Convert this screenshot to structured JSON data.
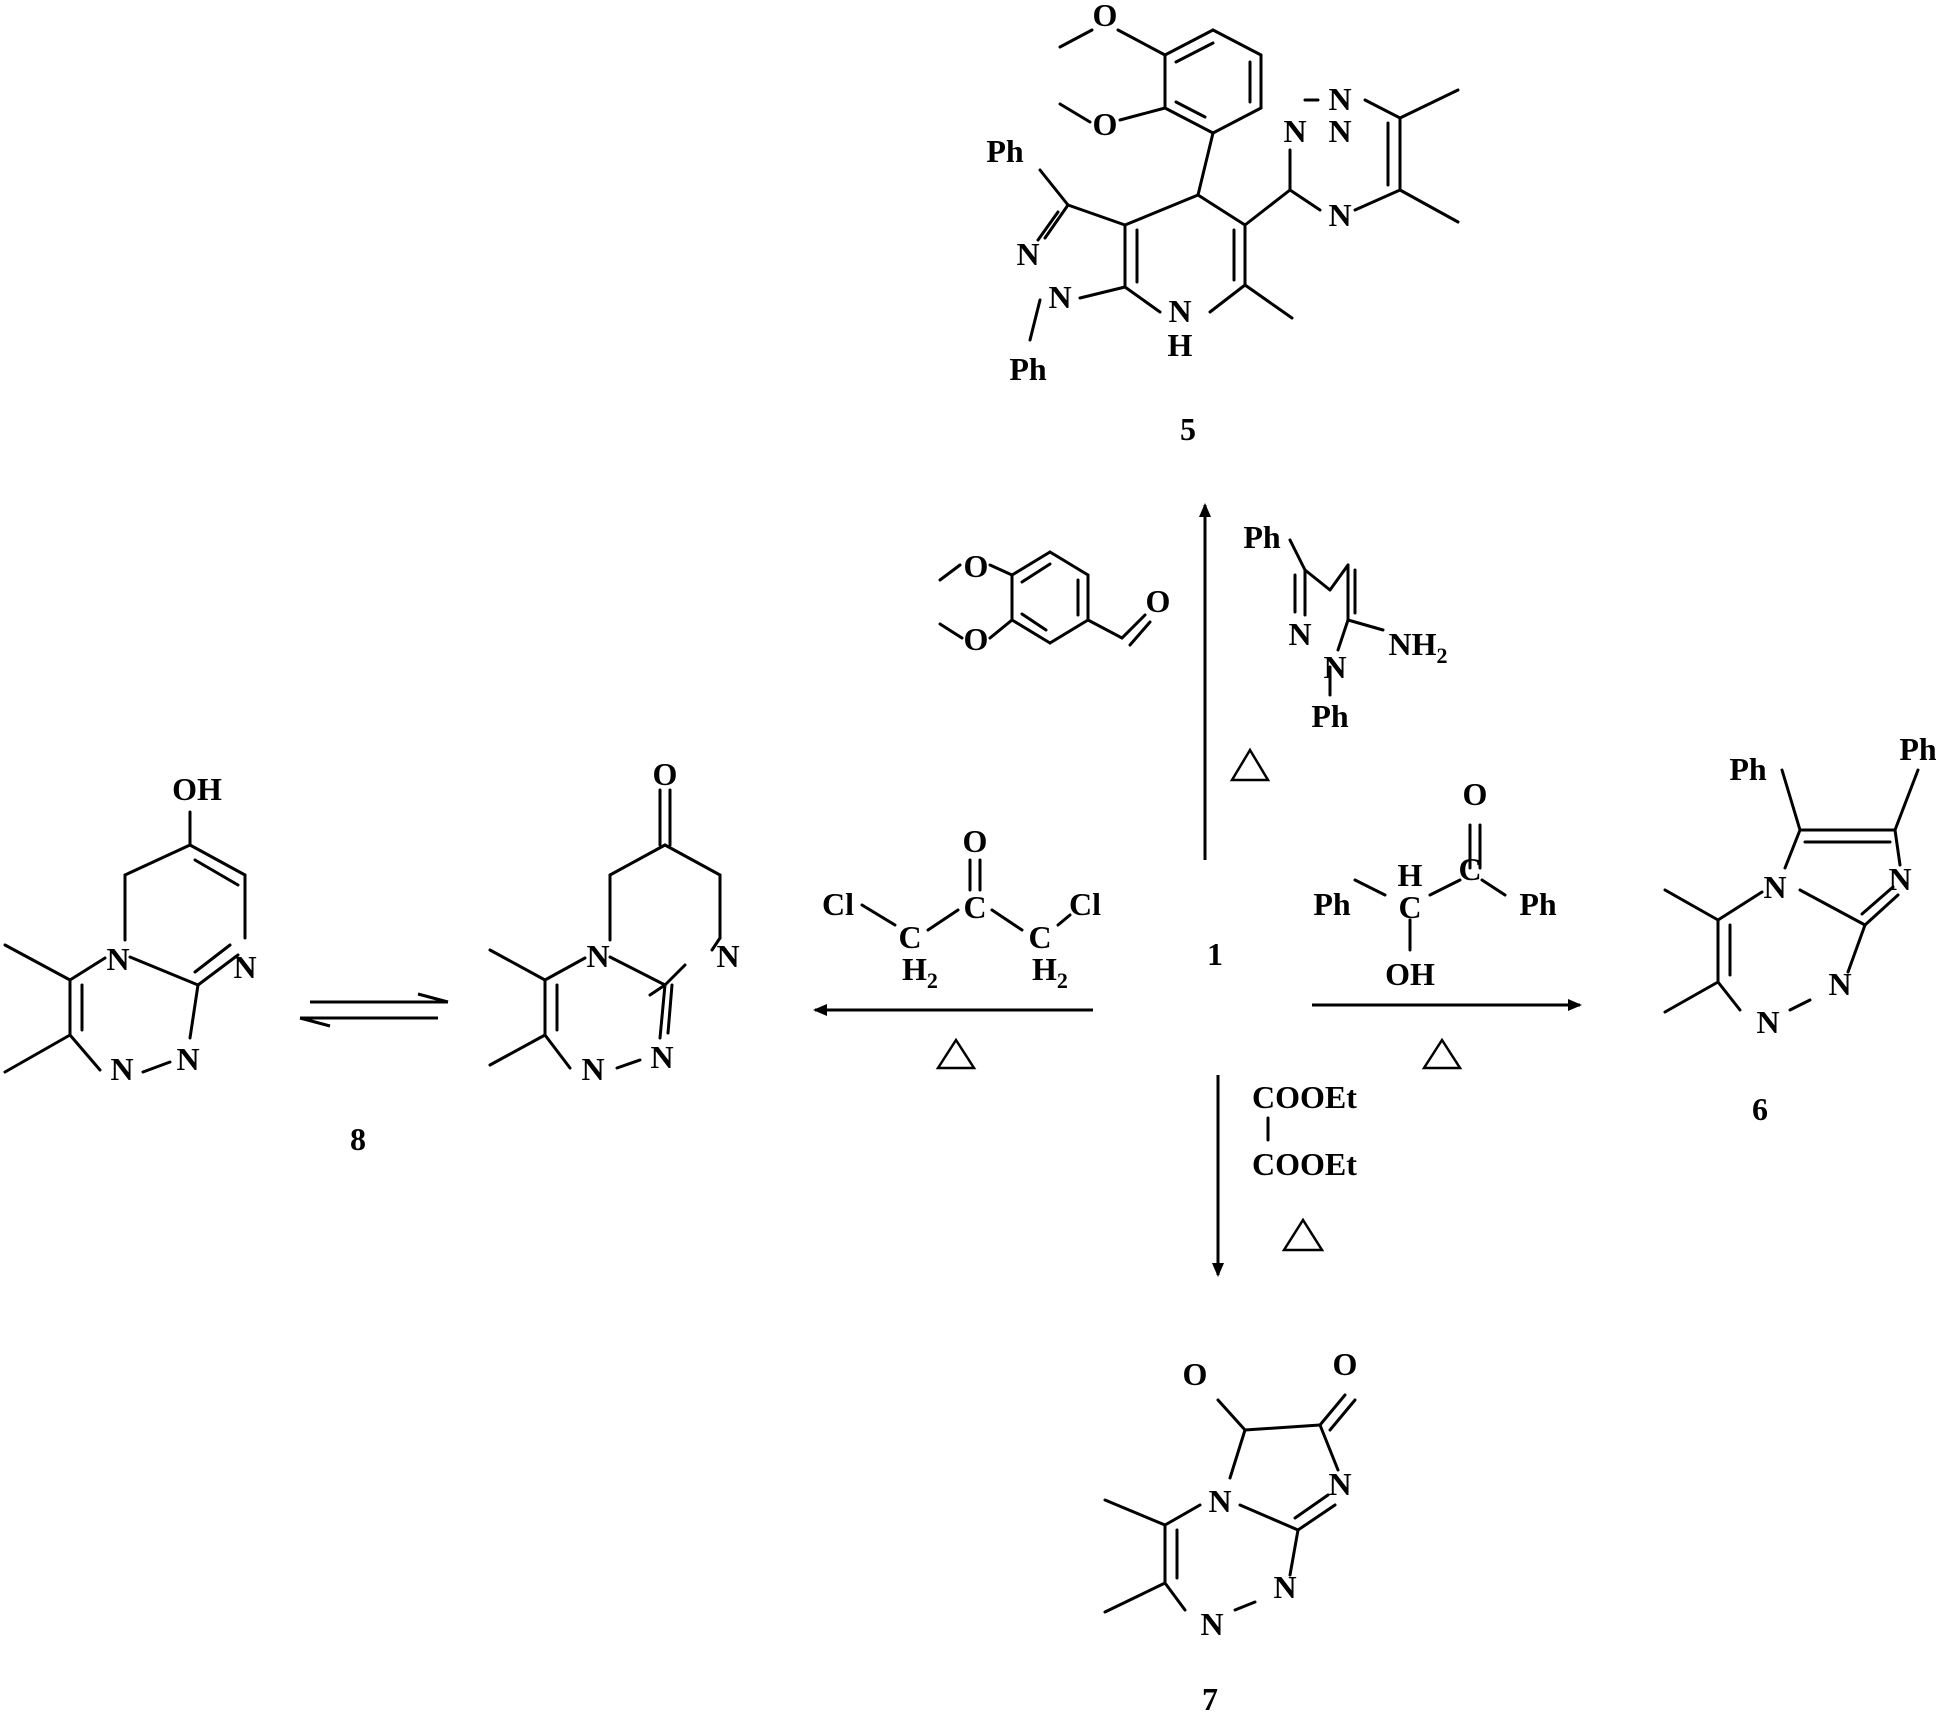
{
  "compounds": {
    "c1": "1",
    "c5": "5",
    "c6": "6",
    "c7": "7",
    "c8": "8"
  },
  "atoms": {
    "N": "N",
    "NH": "N",
    "H": "H",
    "O": "O",
    "OH": "OH",
    "Ph": "Ph",
    "Cl": "Cl",
    "C": "C",
    "CH2": "H",
    "sub2": "2",
    "NH2": "NH",
    "COOEt": "COOEt"
  },
  "conditions": {
    "heat_symbol": "△"
  },
  "colors": {
    "ink": "#000000",
    "background": "#ffffff"
  }
}
